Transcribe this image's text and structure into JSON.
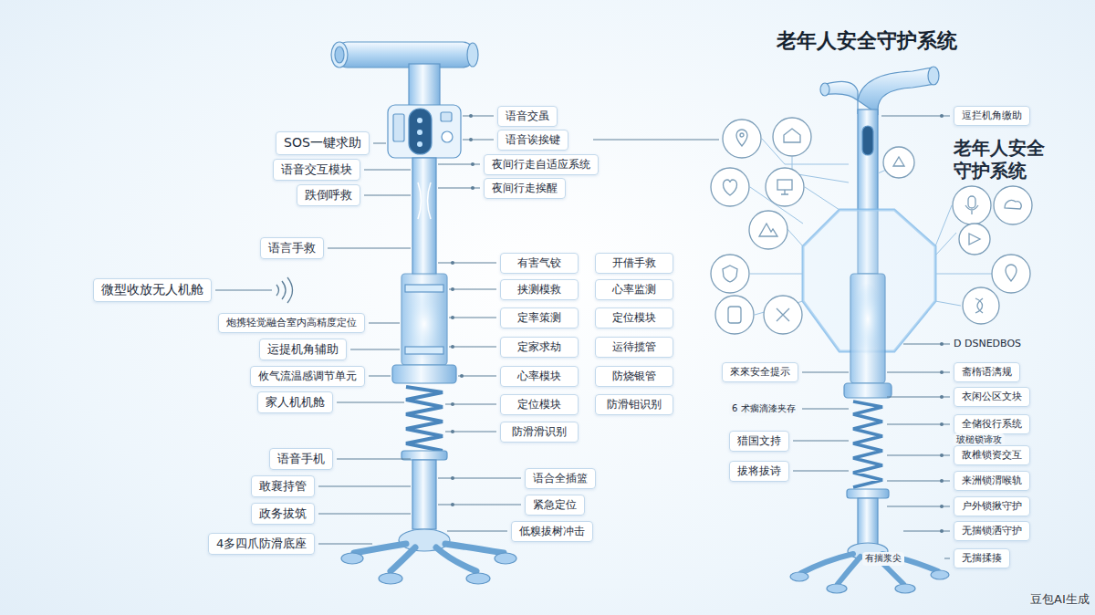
{
  "diagram": {
    "title": "老年人安全守护系统",
    "nodes": [
      {
        "text": [
          "SOS一键求助"
        ]
      },
      {
        "text": [
          "语音交互模块"
        ]
      },
      {
        "text": [
          "跌倒呼救"
        ]
      },
      {
        "text": [
          "语言手救"
        ]
      },
      {
        "text": [
          "微型收放无人机舱"
        ]
      },
      {
        "text": [
          "炮携轻觉融合室内高精度定位"
        ]
      },
      {
        "text": [
          "运提机角辅助"
        ]
      },
      {
        "text": [
          "攸气流温感调节单元"
        ]
      },
      {
        "text": [
          "家人机机舱"
        ]
      },
      {
        "text": [
          "语音手机"
        ]
      },
      {
        "text": [
          "敢襄持管"
        ]
      },
      {
        "text": [
          "政务拔筑"
        ]
      },
      {
        "text": [
          "4多四爪防滑底座"
        ]
      },
      {
        "text": [
          "语音交虽"
        ]
      },
      {
        "text": [
          "语音诶挨键"
        ]
      },
      {
        "text": [
          "夜间行走自适应系统"
        ]
      },
      {
        "text": [
          "夜间行走挨醒"
        ]
      },
      {
        "text": [
          "有害气铰"
        ]
      },
      {
        "text": [
          "开借手救"
        ]
      },
      {
        "text": [
          "挟测模救"
        ]
      },
      {
        "text": [
          "心率监测"
        ]
      },
      {
        "text": [
          "定率策测"
        ]
      },
      {
        "text": [
          "定位模块"
        ]
      },
      {
        "text": [
          "定家求劫"
        ]
      },
      {
        "text": [
          "运待揽管"
        ]
      },
      {
        "text": [
          "心率模块"
        ]
      },
      {
        "text": [
          "防烧银管"
        ]
      },
      {
        "text": [
          "定位模块"
        ]
      },
      {
        "text": [
          "防滑钼识别"
        ]
      },
      {
        "text": [
          "防滑滑识别"
        ]
      },
      {
        "text": [
          "语合全插篮"
        ]
      },
      {
        "text": [
          "紧急定位"
        ]
      },
      {
        "text": [
          "低糗拔树冲击"
        ]
      },
      {
        "text": [
          "逗拦机角缴助"
        ]
      },
      {
        "text": [
          "來來安全提示"
        ]
      },
      {
        "text": [
          "斋楕语漓规"
        ]
      },
      {
        "text": [
          "衣闲公区文块"
        ]
      },
      {
        "text": [
          "6 术瘸滴漆夹存"
        ]
      },
      {
        "text": [
          "全储役行系统"
        ]
      },
      {
        "text": [
          "玻槌锁谛攻"
        ]
      },
      {
        "text": [
          "敌椎锁资交互"
        ]
      },
      {
        "text": [
          "猎国文持"
        ]
      },
      {
        "text": [
          "拔将拔诗"
        ]
      },
      {
        "text": [
          "来洲锁渭喉轨"
        ]
      },
      {
        "text": [
          "户外锁揪守护"
        ]
      },
      {
        "text": [
          "无揣锁洒守护"
        ]
      },
      {
        "text": [
          "有揣浆尖"
        ]
      },
      {
        "text": [
          "无揣揉揍"
        ]
      }
    ],
    "labels": [
      "老年人安全 守护系统",
      "D DSNEDBOS",
      "豆包AI生成"
    ]
  }
}
